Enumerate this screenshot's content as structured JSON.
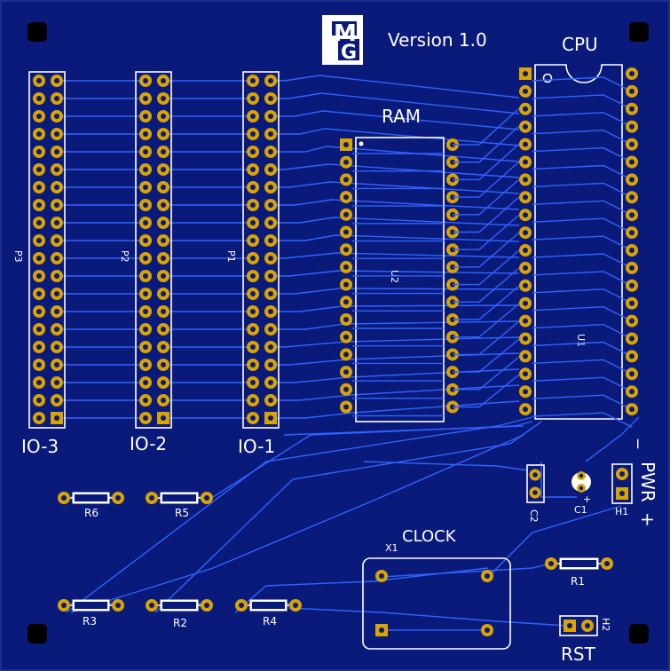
{
  "board": {
    "logo_m": "M",
    "logo_l": "L",
    "logo_g": "G",
    "version": "Version 1.0"
  },
  "components": {
    "cpu_label": "CPU",
    "cpu_ref": "U1",
    "ram_label": "RAM",
    "ram_ref": "U2",
    "p1_ref": "P1",
    "p2_ref": "P2",
    "p3_ref": "P3",
    "io1_label": "IO-1",
    "io2_label": "IO-2",
    "io3_label": "IO-3",
    "clock_label": "CLOCK",
    "x1_ref": "X1",
    "c1_ref": "C1",
    "c2_ref": "C2",
    "h1_ref": "H1",
    "h2_ref": "H2",
    "rst_label": "RST",
    "pwr_label": "PWR",
    "pwr_minus": "_",
    "pwr_plus": "+",
    "c1_plus": "+",
    "r1": "R1",
    "r2": "R2",
    "r3": "R3",
    "r4": "R4",
    "r5": "R5",
    "r6": "R6"
  },
  "colors": {
    "board": "#0a1a7a",
    "copper": "#2f63ff",
    "pad": "#d9a400",
    "silkscreen": "#ffffff"
  }
}
